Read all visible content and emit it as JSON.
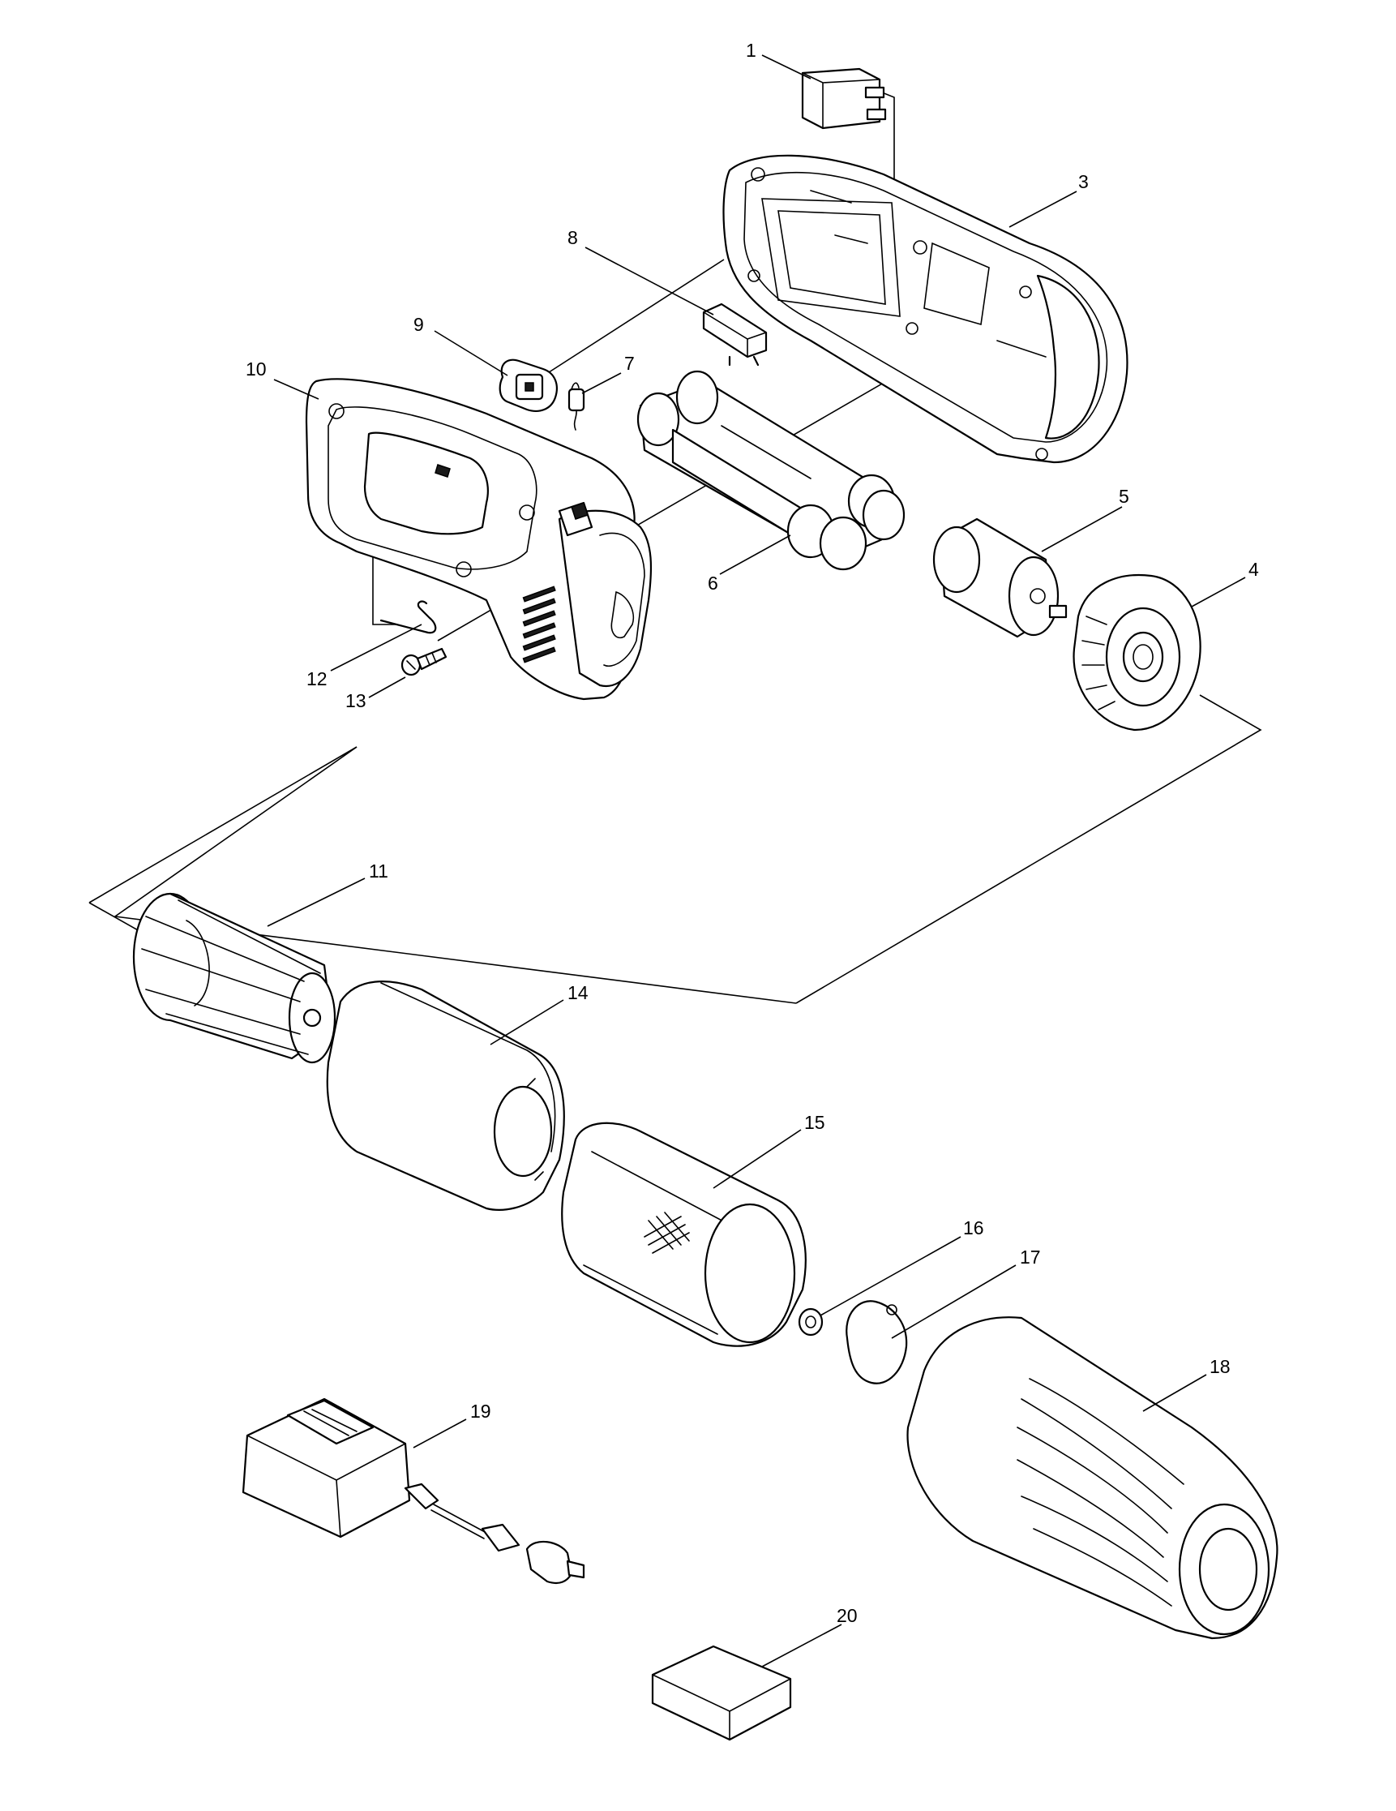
{
  "callouts": [
    "1",
    "3",
    "8",
    "9",
    "7",
    "10",
    "5",
    "6",
    "4",
    "12",
    "13",
    "11",
    "14",
    "15",
    "16",
    "17",
    "18",
    "19",
    "20"
  ]
}
